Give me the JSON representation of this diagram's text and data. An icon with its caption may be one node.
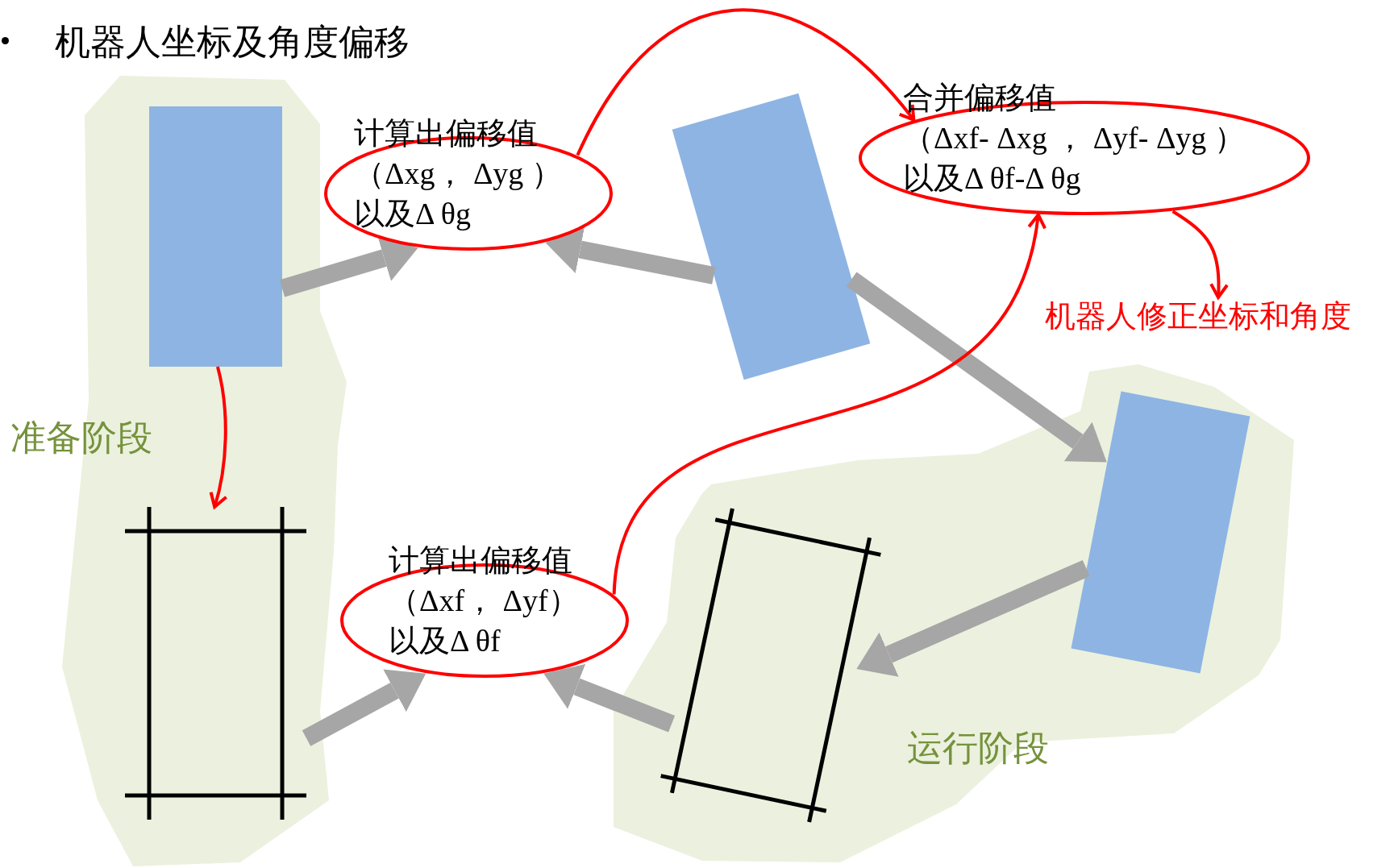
{
  "diagram": {
    "title": "机器人坐标及角度偏移",
    "nodes": [
      {
        "text": [
          "准备阶段"
        ]
      },
      {
        "text": [],
        "shape": "box",
        "in": 0
      },
      {
        "text": [
          "计算出偏移值",
          "（Δxg， Δyg ）",
          "以及Δ θg"
        ]
      },
      {
        "text": [],
        "shape": "box"
      },
      {
        "text": [
          "合并偏移值",
          "（Δxf- Δxg ， Δyf- Δyg ）",
          "以及Δ θf-Δ θg"
        ]
      },
      {
        "text": [
          "机器人修正坐标和角度"
        ]
      },
      {
        "text": [
          "运行阶段"
        ]
      },
      {
        "text": [],
        "shape": "box",
        "in": 6
      },
      {
        "text": [],
        "shape": "frame",
        "in": 6
      },
      {
        "text": [
          "计算出偏移值",
          "（Δxf， Δyf）",
          "以及Δ θf"
        ]
      },
      {
        "text": [],
        "shape": "frame",
        "in": 0
      }
    ],
    "edges": [
      {
        "from": 1,
        "to": 2,
        "arrow": "to"
      },
      {
        "from": 3,
        "to": 2,
        "arrow": "to"
      },
      {
        "from": 3,
        "to": 7,
        "arrow": "to"
      },
      {
        "from": 7,
        "to": 8,
        "arrow": "to"
      },
      {
        "from": 8,
        "to": 9,
        "arrow": "to"
      },
      {
        "from": 10,
        "to": 9,
        "arrow": "to"
      },
      {
        "from": 1,
        "to": 10,
        "arrow": "to",
        "color": "#ff0000"
      },
      {
        "from": 2,
        "to": 4,
        "arrow": "to",
        "color": "#ff0000"
      },
      {
        "from": 9,
        "to": 4,
        "arrow": "to",
        "color": "#ff0000"
      },
      {
        "from": 4,
        "to": 5,
        "arrow": "to",
        "color": "#ff0000"
      }
    ]
  }
}
